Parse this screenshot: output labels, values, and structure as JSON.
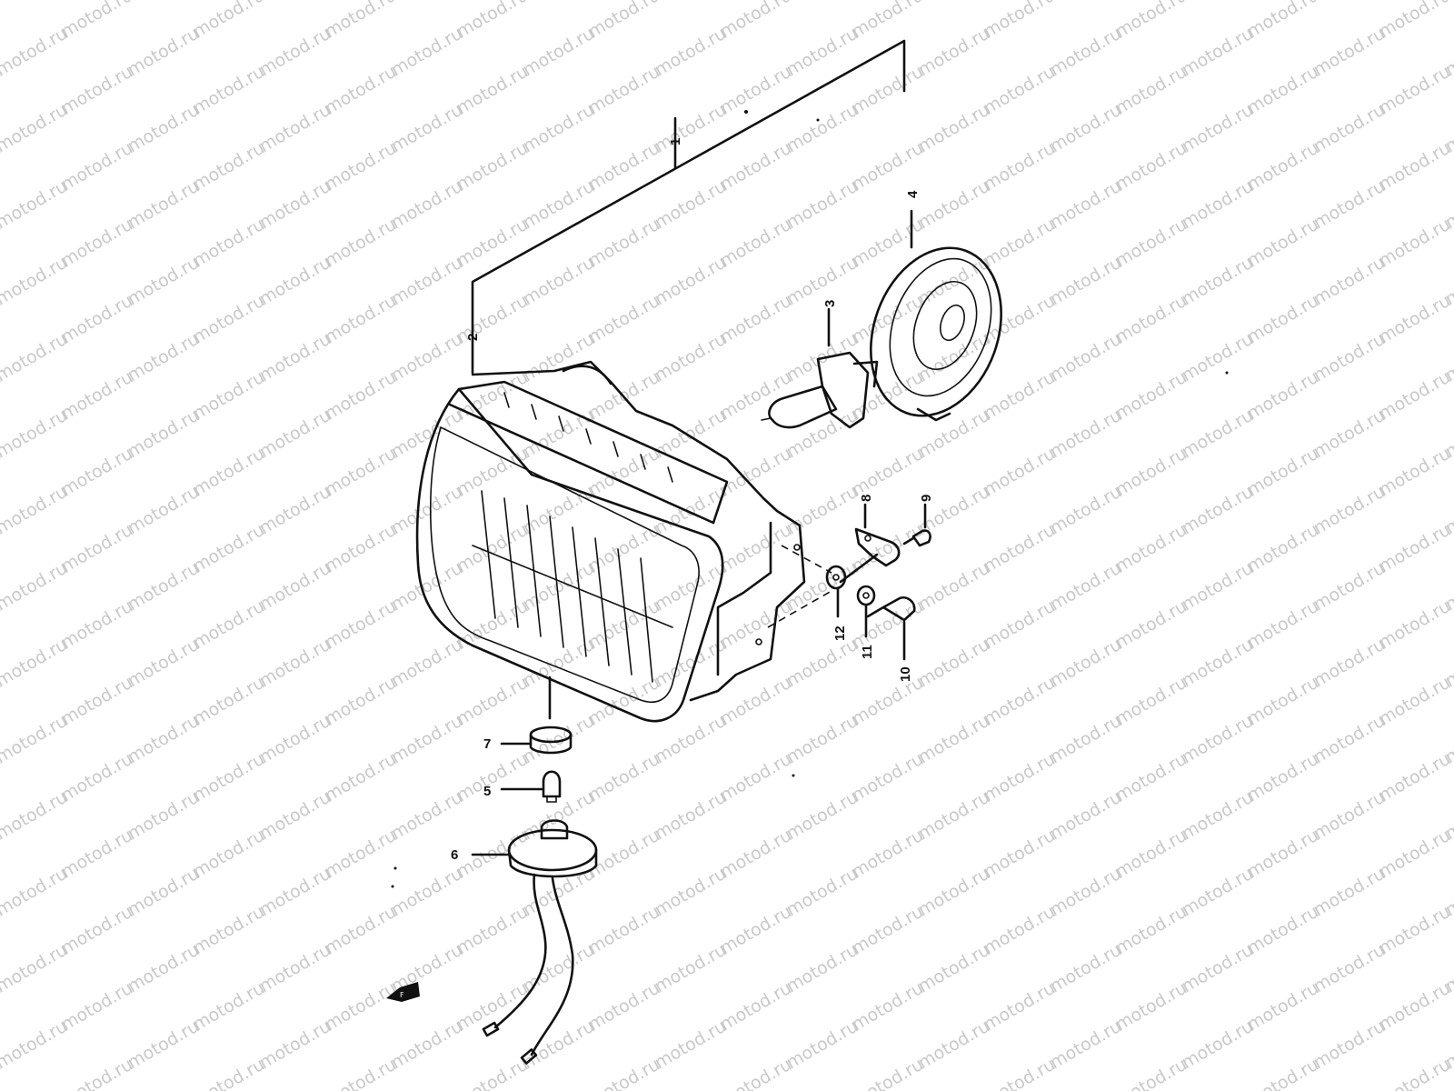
{
  "watermark": {
    "text": "motod.ru"
  },
  "callouts": [
    {
      "id": "1",
      "text": "1"
    },
    {
      "id": "2",
      "text": "2"
    },
    {
      "id": "3",
      "text": "3"
    },
    {
      "id": "4",
      "text": "4"
    },
    {
      "id": "5",
      "text": "5"
    },
    {
      "id": "6",
      "text": "6"
    },
    {
      "id": "7",
      "text": "7"
    },
    {
      "id": "8",
      "text": "8"
    },
    {
      "id": "9",
      "text": "9"
    },
    {
      "id": "10",
      "text": "10"
    },
    {
      "id": "11",
      "text": "11"
    },
    {
      "id": "12",
      "text": "12"
    }
  ],
  "parts": [
    {
      "id": "headlight-assembly",
      "icon": "headlight-icon"
    },
    {
      "id": "bulb",
      "icon": "bulb-icon"
    },
    {
      "id": "bulb-socket-cover",
      "icon": "socket-cover-icon"
    },
    {
      "id": "position-bulb",
      "icon": "small-bulb-icon"
    },
    {
      "id": "position-socket",
      "icon": "socket-icon"
    },
    {
      "id": "grommet",
      "icon": "grommet-icon"
    },
    {
      "id": "bracket",
      "icon": "bracket-icon"
    },
    {
      "id": "screw-small",
      "icon": "screw-icon"
    },
    {
      "id": "bolt",
      "icon": "bolt-icon"
    },
    {
      "id": "washer",
      "icon": "washer-icon"
    },
    {
      "id": "lock-washer",
      "icon": "washer-icon"
    },
    {
      "id": "front-arrow",
      "icon": "arrow-icon"
    }
  ]
}
